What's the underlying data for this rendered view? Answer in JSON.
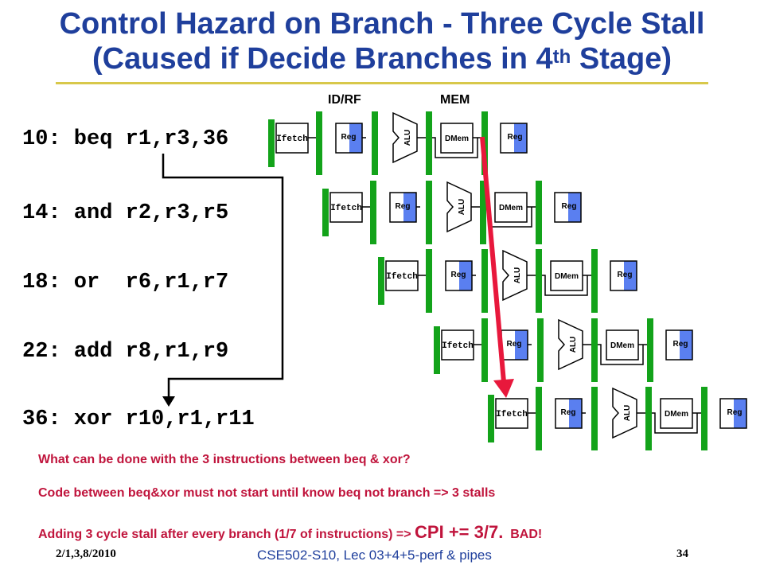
{
  "title": {
    "line1": "Control Hazard on Branch - Three Cycle Stall",
    "line2_prefix": "(Caused if Decide Branches in 4",
    "line2_sup": "th",
    "line2_suffix": " Stage)"
  },
  "stage_labels": {
    "idrf": "ID/RF",
    "mem": "MEM"
  },
  "instructions": [
    "10: beq r1,r3,36",
    "14: and r2,r3,r5",
    "18: or  r6,r1,r7",
    "22: add r8,r1,r9",
    "36: xor r10,r1,r11"
  ],
  "pipeline": {
    "ifetch": "Ifetch",
    "reg": "Reg",
    "alu": "ALU",
    "dmem": "DMem",
    "colors": {
      "reg_fill": "#5a7ff0",
      "latch": "#13a31a",
      "arrow": "#e8183c"
    }
  },
  "notes": {
    "line1": "What can be done with the 3 instructions between beq & xor?",
    "line2": "Code between beq&xor must not start until know beq not branch => 3 stalls",
    "line3_prefix": "Adding 3 cycle stall after every branch (1/7 of instructions) => ",
    "line3_cpi": "CPI += 3/7.",
    "line3_bad": "BAD!"
  },
  "footer": {
    "date": "2/1,3,8/2010",
    "course": "CSE502-S10, Lec 03+4+5-perf & pipes",
    "page": "34"
  }
}
